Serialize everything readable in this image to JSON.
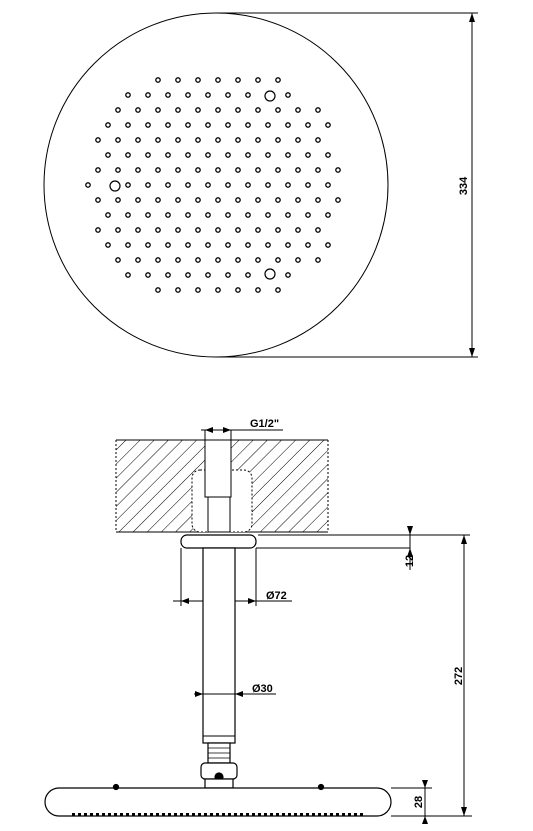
{
  "drawing": {
    "top_view": {
      "dim_diameter": "334"
    },
    "side_view": {
      "dim_thread": "G1/2\"",
      "dim_flange": "Ø72",
      "dim_arm": "Ø30",
      "dim_offset": "12",
      "dim_height": "272",
      "dim_head_thickness": "28"
    }
  },
  "colors": {
    "line": "#000000",
    "paper": "#ffffff"
  }
}
